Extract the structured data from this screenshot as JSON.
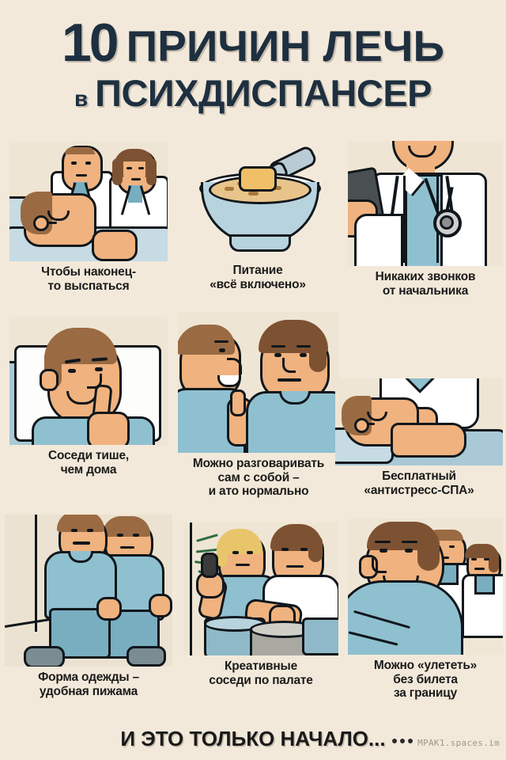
{
  "poster": {
    "background_color": "#f3e9da",
    "ink_color": "#10171c",
    "title_color": "#1e3040",
    "title": {
      "number": "10",
      "line1_rest": "ПРИЧИН ЛЕЧЬ",
      "line2_prefix": "в",
      "line2_rest": "ПСИХДИСПАНСЕР"
    },
    "footer": {
      "text": "И ЭТО ТОЛЬКО НАЧАЛО...",
      "watermark": "MPAK1.spaces.im"
    }
  },
  "items": [
    {
      "index": 1,
      "caption_lines": [
        "Чтобы наконец-",
        "то выспаться"
      ],
      "scene": "patient-sleeping-in-bed-with-two-doctors"
    },
    {
      "index": 2,
      "caption_lines": [
        "Питание",
        "«всё включено»"
      ],
      "scene": "bowl-of-porridge-with-butter-and-spoon"
    },
    {
      "index": 3,
      "caption_lines": [
        "Никаких звонков",
        "от начальника"
      ],
      "scene": "doctor-holding-smartphone-with-stethoscope"
    },
    {
      "index": 4,
      "caption_lines": [
        "Соседи тише,",
        "чем дома"
      ],
      "scene": "man-in-bed-thinking-finger-on-lips"
    },
    {
      "index": 5,
      "caption_lines": [
        "Можно разговаривать",
        "сам с собой –",
        "и ато нормально"
      ],
      "scene": "two-identical-men-talking-to-each-other"
    },
    {
      "index": 6,
      "caption_lines": [
        "Бесплатный",
        "«антистресс-СПА»"
      ],
      "scene": "man-lying-down-receiving-massage"
    },
    {
      "index": 7,
      "caption_lines": [
        "Форма одежды –",
        "удобная пижама"
      ],
      "scene": "two-men-walking-in-pajamas-down-corridor"
    },
    {
      "index": 8,
      "caption_lines": [
        "Креативные",
        "соседи по палате"
      ],
      "scene": "two-patients-drumming-on-pots-with-spoons"
    },
    {
      "index": 9,
      "caption_lines": [
        "Можно «улететь»",
        "без билета",
        "за границу"
      ],
      "scene": "man-wrapped-in-blanket-with-two-doctors-behind"
    }
  ]
}
